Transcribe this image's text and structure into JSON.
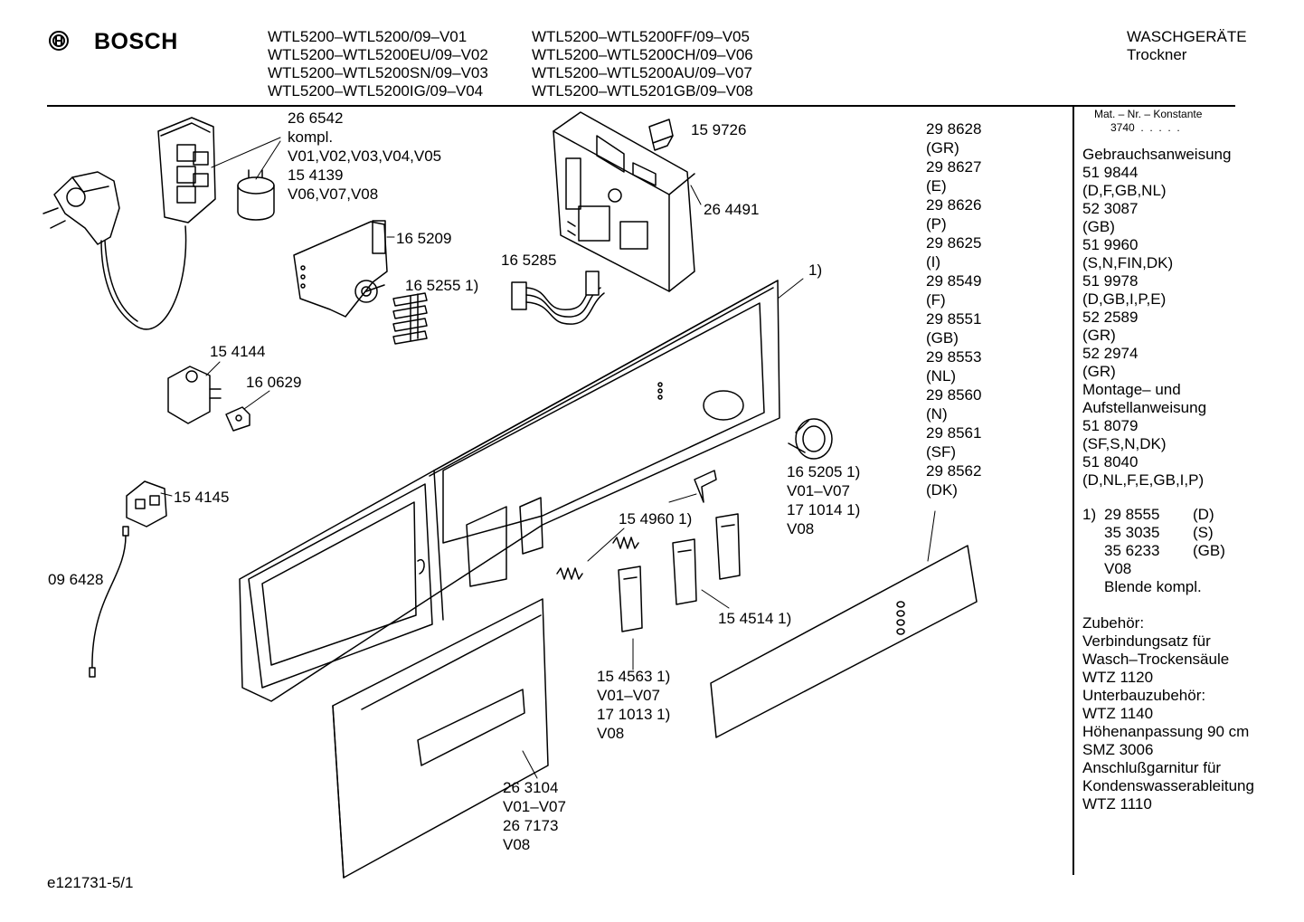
{
  "header": {
    "brand": "BOSCH",
    "models_col1": [
      "WTL5200–WTL5200/09–V01",
      "WTL5200–WTL5200EU/09–V02",
      "WTL5200–WTL5200SN/09–V03",
      "WTL5200–WTL5200IG/09–V04"
    ],
    "models_col2": [
      "WTL5200–WTL5200FF/09–V05",
      "WTL5200–WTL5200CH/09–V06",
      "WTL5200–WTL5200AU/09–V07",
      "WTL5200–WTL5201GB/09–V08"
    ],
    "category": "WASCHGERÄTE",
    "subcategory": "Trockner"
  },
  "sidebar": {
    "mat_nr_label": "Mat. – Nr. – Konstante",
    "mat_nr_value": "3740  .  .  .  .  .",
    "manuals": [
      "Gebrauchsanweisung",
      "51 9844",
      "(D,F,GB,NL)",
      "52 3087",
      "(GB)",
      "51 9960",
      "(S,N,FIN,DK)",
      "51 9978",
      "(D,GB,I,P,E)",
      "52 2589",
      "(GR)",
      "52 2974",
      "(GR)",
      "Montage– und",
      "Aufstellanweisung",
      "51 8079",
      "(SF,S,N,DK)",
      "51 8040",
      "(D,NL,F,E,GB,I,P)"
    ],
    "footnote_marker": "1)",
    "footnote_rows": [
      {
        "part": "29 8555",
        "country": "(D)"
      },
      {
        "part": "35 3035",
        "country": "(S)"
      },
      {
        "part": "35 6233",
        "country": "(GB)"
      }
    ],
    "footnote_version": "V08",
    "footnote_desc": "Blende kompl.",
    "accessories": [
      "Zubehör:",
      "Verbindungsatz für",
      "Wasch–Trockensäule",
      "WTZ 1120",
      "Unterbauzubehör:",
      "WTZ 1140",
      "Höhenanpassung 90 cm",
      "SMZ 3006",
      "Anschlußgarnitur für",
      "Kondenswasserableitung",
      "WTZ 1110"
    ]
  },
  "labels": {
    "l266542": "26 6542\nkompl.\nV01,V02,V03,V04,V05\n15 4139\nV06,V07,V08",
    "l159726": "15 9726",
    "l264491": "26 4491",
    "l165209": "16 5209",
    "l165285": "16 5285",
    "l165255": "16 5255 1)",
    "l_panel": "1)",
    "l154144": "15 4144",
    "l160629": "16 0629",
    "l154145": "15 4145",
    "l096428": "09 6428",
    "l165205": "16 5205 1)\nV01–V07\n17 1014 1)\nV08",
    "l154960": "15 4960 1)",
    "l154514": "15 4514 1)",
    "l154563": "15 4563 1)\nV01–V07\n17 1013 1)\nV08",
    "l263104": "26 3104\nV01–V07\n26 7173\nV08",
    "panel_parts": "29 8628\n(GR)\n29 8627\n(E)\n29 8626\n(P)\n29 8625\n(I)\n29 8549\n(F)\n29 8551\n(GB)\n29 8553\n(NL)\n29 8560\n(N)\n29 8561\n(SF)\n29 8562\n(DK)"
  },
  "figure_code": "e121731-5/1"
}
